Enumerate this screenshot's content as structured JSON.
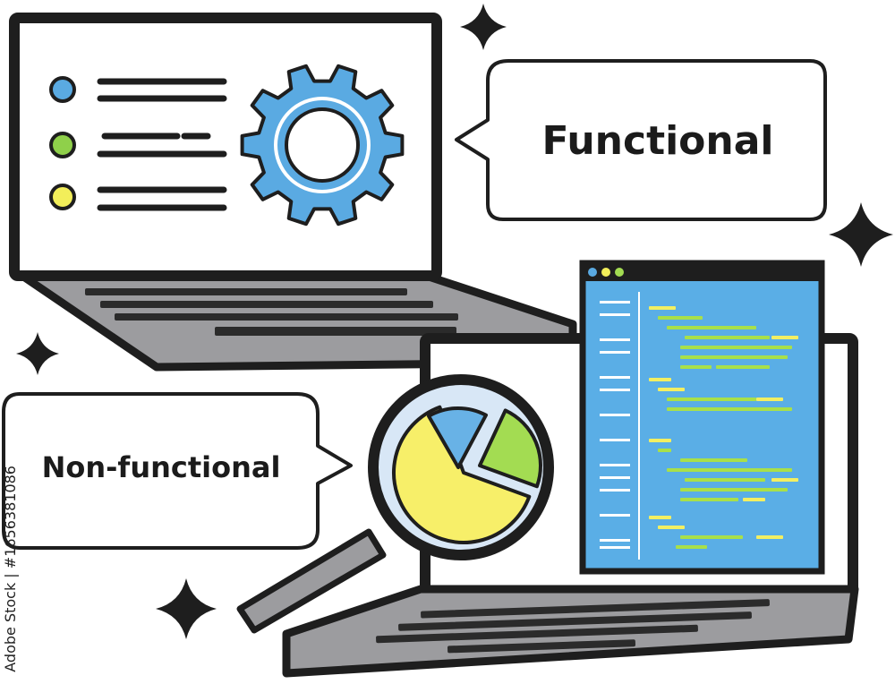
{
  "labels": {
    "functional": "Functional",
    "non_functional": "Non-functional"
  },
  "stock_watermark_id": "Adobe Stock | #1656381086",
  "colors": {
    "outline": "#1e1e1e",
    "laptop_gray": "#9c9c9f",
    "key_dark": "#2b2b2b",
    "gear_blue": "#5aaae2",
    "code_panel_blue": "#5aaee6",
    "code_yellow": "#f2ef62",
    "code_green": "#a8e04a",
    "pie_yellow": "#f7ef69",
    "pie_green": "#a3dc52",
    "pie_blue": "#68b2e6",
    "lens_light": "#d8e7f6",
    "dot_blue": "#5aaae2",
    "dot_green": "#8fd04a",
    "dot_yellow": "#f2ee5a"
  },
  "icons": [
    "gear-icon",
    "pie-chart-icon",
    "magnifier-icon",
    "sparkle-icon",
    "code-window-icon"
  ]
}
